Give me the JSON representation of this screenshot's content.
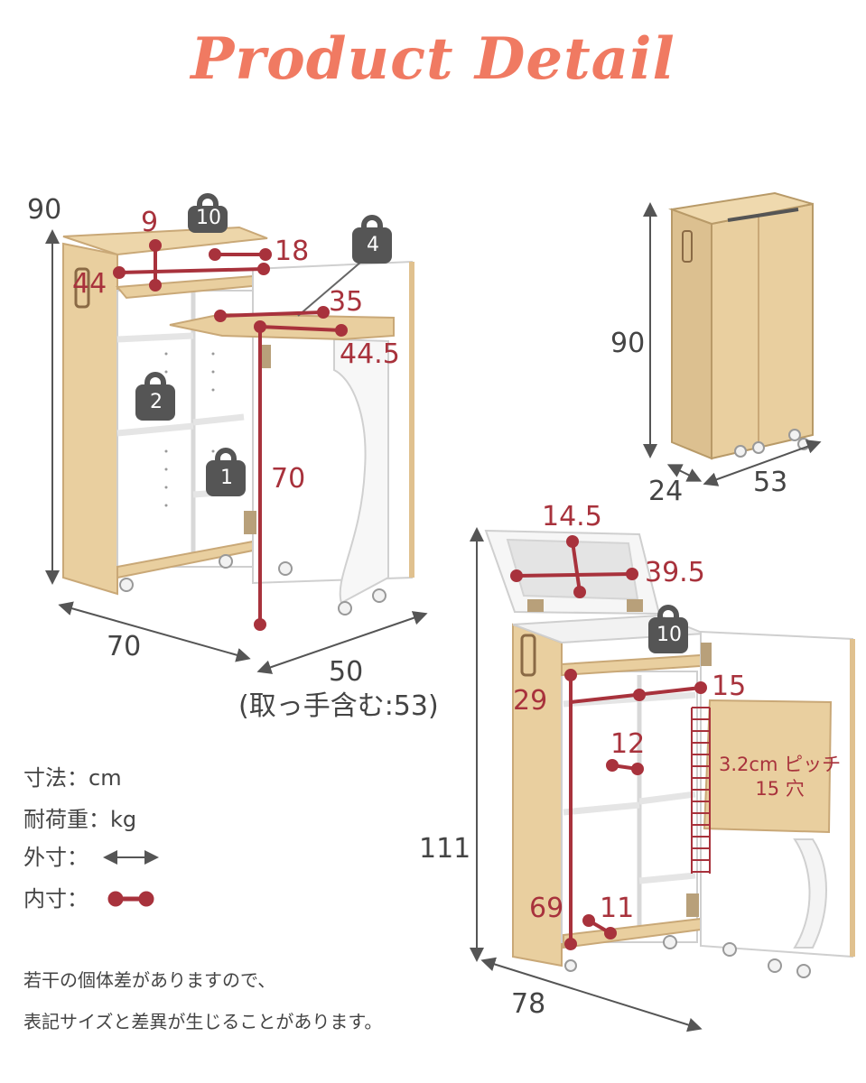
{
  "header": {
    "title": "Product Detail"
  },
  "colors": {
    "accent": "#f07a62",
    "inner": "#a8323c",
    "wood": "#e9cf9f",
    "weight_icon": "#555555"
  },
  "view_a": {
    "height": "90",
    "width": "70",
    "depth": "50",
    "depth_note": "(取っ手含む:53)",
    "inner": {
      "top_height": "9",
      "top_depth": "18",
      "top_width": "44",
      "table_depth": "35",
      "table_width": "44.5",
      "table_height": "70"
    },
    "weights": [
      "10",
      "4",
      "2",
      "1"
    ]
  },
  "view_b": {
    "height": "90",
    "depth": "24",
    "width": "53"
  },
  "view_c": {
    "height": "111",
    "width": "78",
    "inner": {
      "mirror_height": "14.5",
      "mirror_width": "39.5",
      "upper_height": "29",
      "upper_width": "15",
      "shelf_gap": "12",
      "lower_height": "69",
      "lower_width": "11"
    },
    "pitch_line1": "3.2cm ピッチ",
    "pitch_line2": "15 穴",
    "weight": "10"
  },
  "legend": {
    "unit_size": "寸法：cm",
    "unit_load": "耐荷重：kg",
    "outer": "外寸：",
    "inner": "内寸："
  },
  "notes": {
    "line1": "若干の個体差がありますので、",
    "line2": "表記サイズと差異が生じることがあります。"
  }
}
